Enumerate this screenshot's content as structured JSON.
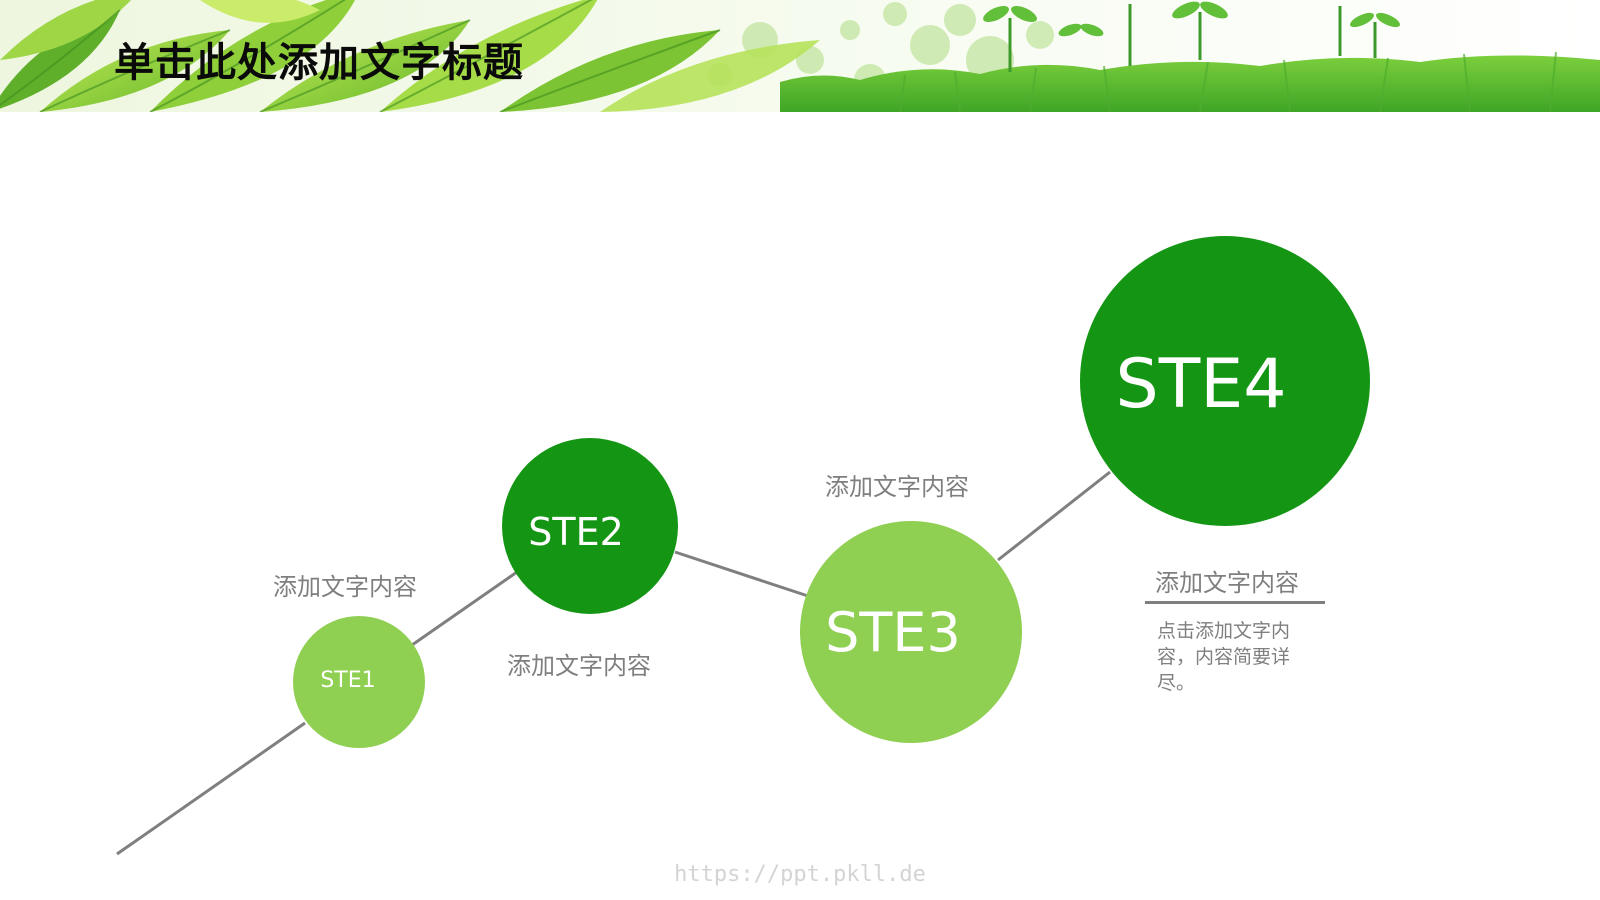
{
  "slide": {
    "title": "单击此处添加文字标题"
  },
  "steps": [
    {
      "label": "STE1",
      "caption": "添加文字内容",
      "color": "#8fcf52"
    },
    {
      "label": "STE2",
      "caption": "添加文字内容",
      "color": "#149614"
    },
    {
      "label": "STE3",
      "caption": "添加文字内容",
      "color": "#8fcf52"
    },
    {
      "label": "STE4",
      "caption": "添加文字内容",
      "color": "#149614"
    }
  ],
  "detail": {
    "text": "点击添加文字内容，内容简要详尽。"
  },
  "footer": {
    "url": "https://ppt.pkll.de"
  },
  "colors": {
    "dark_green": "#149614",
    "light_green": "#8fcf52",
    "line_gray": "#7f7f7f"
  },
  "icons": {
    "banner": "leaves-and-grass-banner"
  }
}
